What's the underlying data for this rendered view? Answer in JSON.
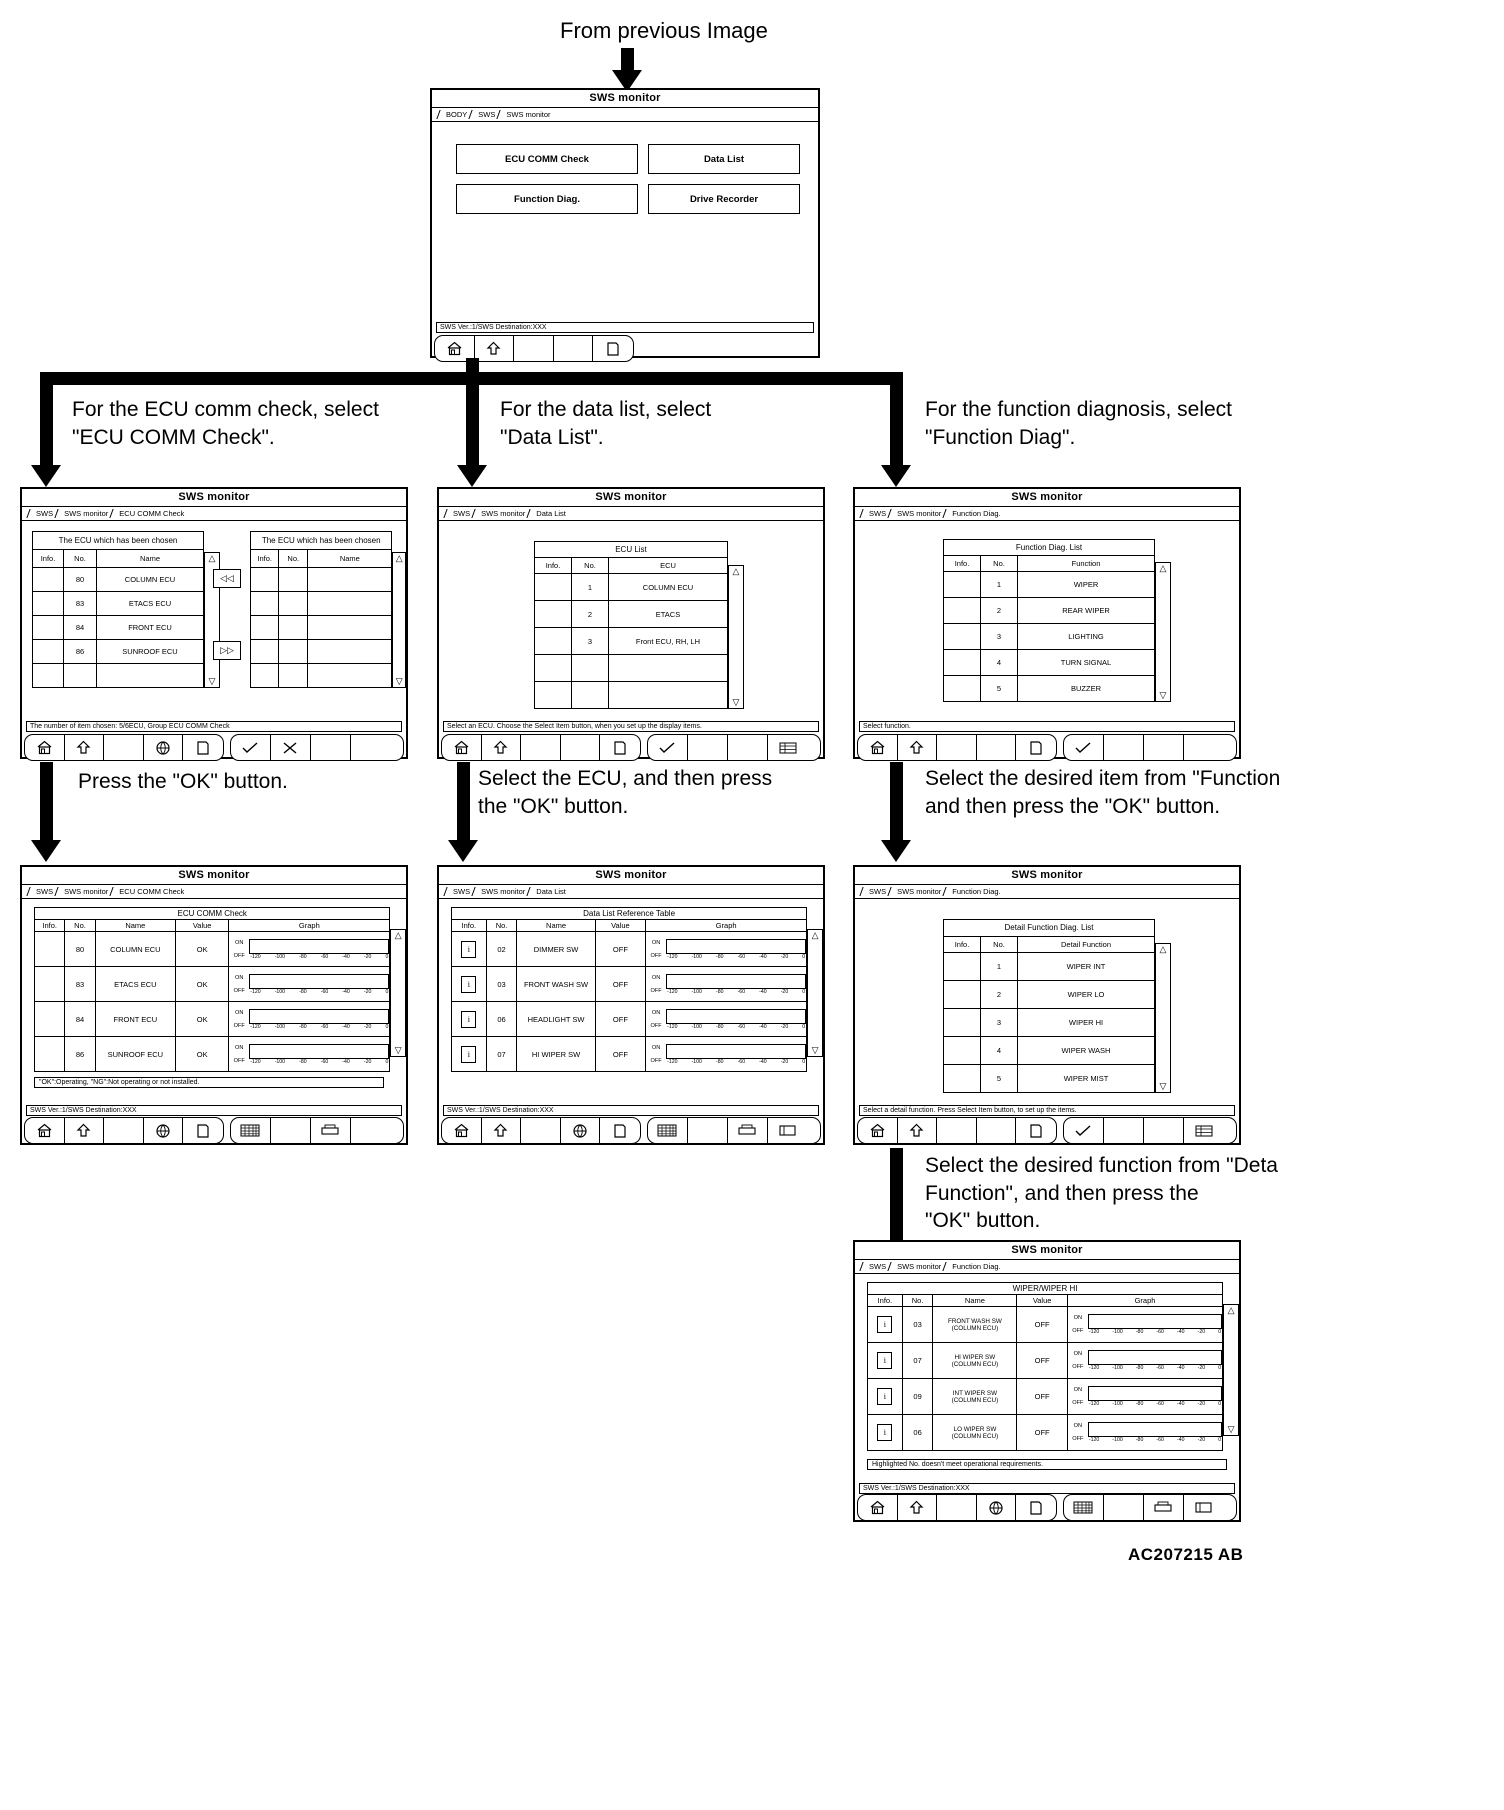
{
  "figure_id": "AC207215 AB",
  "top_label": "From previous Image",
  "window_title": "SWS monitor",
  "flow_labels": {
    "ecu_comm": "For the ECU comm check, select\n\"ECU COMM Check\".",
    "data_list": "For the data list, select\n\"Data List\".",
    "function_diag": "For the function diagnosis, select\n\"Function Diag\".",
    "press_ok": "Press the \"OK\" button.",
    "select_ecu_ok": "Select the ECU, and then press\nthe \"OK\" button.",
    "select_function_ok": "Select the desired item from \"Function\nand then press the \"OK\" button.",
    "select_detail_ok": "Select the desired function from \"Deta\nFunction\", and then press the\n\"OK\" button."
  },
  "menu_screen": {
    "breadcrumb": [
      "BODY",
      "SWS",
      "SWS monitor"
    ],
    "buttons": [
      "ECU COMM Check",
      "Data List",
      "Function Diag.",
      "Drive Recorder"
    ],
    "status": "SWS Ver.:1/SWS Destination:XXX"
  },
  "ecu_comm_select": {
    "breadcrumb": [
      "SWS",
      "SWS monitor",
      "ECU COMM Check"
    ],
    "left_title": "The ECU which has been chosen",
    "right_title": "The ECU which has been chosen",
    "columns": [
      "Info.",
      "No.",
      "Name"
    ],
    "left_rows": [
      {
        "info": "",
        "no": "80",
        "name": "COLUMN ECU"
      },
      {
        "info": "",
        "no": "83",
        "name": "ETACS ECU"
      },
      {
        "info": "",
        "no": "84",
        "name": "FRONT ECU"
      },
      {
        "info": "",
        "no": "86",
        "name": "SUNROOF ECU"
      },
      {
        "info": "",
        "no": "",
        "name": ""
      }
    ],
    "right_rows": [
      {
        "info": "",
        "no": "",
        "name": ""
      },
      {
        "info": "",
        "no": "",
        "name": ""
      },
      {
        "info": "",
        "no": "",
        "name": ""
      },
      {
        "info": "",
        "no": "",
        "name": ""
      },
      {
        "info": "",
        "no": "",
        "name": ""
      }
    ],
    "move_left_icon": "◁◁",
    "move_right_icon": "▷▷",
    "status": "The number of item chosen: 5/6ECU, Group ECU COMM Check"
  },
  "data_list_select": {
    "breadcrumb": [
      "SWS",
      "SWS monitor",
      "Data List"
    ],
    "table_title": "ECU List",
    "columns": [
      "Info.",
      "No.",
      "ECU"
    ],
    "rows": [
      {
        "info": "",
        "no": "1",
        "ecu": "COLUMN ECU"
      },
      {
        "info": "",
        "no": "2",
        "ecu": "ETACS"
      },
      {
        "info": "",
        "no": "3",
        "ecu": "Front ECU, RH, LH"
      },
      {
        "info": "",
        "no": "",
        "ecu": ""
      },
      {
        "info": "",
        "no": "",
        "ecu": ""
      }
    ],
    "status": "Select an ECU. Choose the Select Item button, when you set up the display items."
  },
  "function_diag_select": {
    "breadcrumb": [
      "SWS",
      "SWS monitor",
      "Function Diag."
    ],
    "table_title": "Function Diag. List",
    "columns": [
      "Info.",
      "No.",
      "Function"
    ],
    "rows": [
      {
        "info": "",
        "no": "1",
        "function": "WIPER"
      },
      {
        "info": "",
        "no": "2",
        "function": "REAR WIPER"
      },
      {
        "info": "",
        "no": "3",
        "function": "LIGHTING"
      },
      {
        "info": "",
        "no": "4",
        "function": "TURN SIGNAL"
      },
      {
        "info": "",
        "no": "5",
        "function": "BUZZER"
      }
    ],
    "status": "Select function."
  },
  "ecu_comm_result": {
    "breadcrumb": [
      "SWS",
      "SWS monitor",
      "ECU COMM Check"
    ],
    "table_title": "ECU COMM Check",
    "columns": [
      "Info.",
      "No.",
      "Name",
      "Value",
      "Graph"
    ],
    "rows": [
      {
        "info": "",
        "no": "80",
        "name": "COLUMN ECU",
        "value": "OK"
      },
      {
        "info": "",
        "no": "83",
        "name": "ETACS ECU",
        "value": "OK"
      },
      {
        "info": "",
        "no": "84",
        "name": "FRONT ECU",
        "value": "OK"
      },
      {
        "info": "",
        "no": "86",
        "name": "SUNROOF ECU",
        "value": "OK"
      }
    ],
    "graph_on": "ON",
    "graph_off": "OFF",
    "axis_ticks": [
      "-120",
      "-100",
      "-80",
      "-60",
      "-40",
      "-20",
      "0"
    ],
    "note": "\"OK\":Operating, \"NG\":Not operating or not installed.",
    "status": "SWS Ver.:1/SWS Destination:XXX"
  },
  "data_list_result": {
    "breadcrumb": [
      "SWS",
      "SWS monitor",
      "Data List"
    ],
    "table_title": "Data List Reference Table",
    "columns": [
      "Info.",
      "No.",
      "Name",
      "Value",
      "Graph"
    ],
    "rows": [
      {
        "info": "i",
        "no": "02",
        "name": "DIMMER SW",
        "value": "OFF"
      },
      {
        "info": "i",
        "no": "03",
        "name": "FRONT WASH SW",
        "value": "OFF"
      },
      {
        "info": "i",
        "no": "06",
        "name": "HEADLIGHT SW",
        "value": "OFF"
      },
      {
        "info": "i",
        "no": "07",
        "name": "HI WIPER SW",
        "value": "OFF"
      }
    ],
    "graph_on": "ON",
    "graph_off": "OFF",
    "axis_ticks": [
      "-120",
      "-100",
      "-80",
      "-60",
      "-40",
      "-20",
      "0"
    ],
    "status": "SWS Ver.:1/SWS Destination:XXX"
  },
  "detail_function_list": {
    "breadcrumb": [
      "SWS",
      "SWS monitor",
      "Function Diag."
    ],
    "table_title": "Detail Function Diag. List",
    "columns": [
      "Info.",
      "No.",
      "Detail Function"
    ],
    "rows": [
      {
        "info": "",
        "no": "1",
        "detail": "WIPER INT"
      },
      {
        "info": "",
        "no": "2",
        "detail": "WIPER LO"
      },
      {
        "info": "",
        "no": "3",
        "detail": "WIPER HI"
      },
      {
        "info": "",
        "no": "4",
        "detail": "WIPER WASH"
      },
      {
        "info": "",
        "no": "5",
        "detail": "WIPER MIST"
      }
    ],
    "status": "Select a detail function. Press Select Item button, to set up the items."
  },
  "function_diag_result": {
    "breadcrumb": [
      "SWS",
      "SWS monitor",
      "Function Diag."
    ],
    "table_title": "WIPER/WIPER HI",
    "columns": [
      "Info.",
      "No.",
      "Name",
      "Value",
      "Graph"
    ],
    "rows": [
      {
        "info": "i",
        "no": "03",
        "name": "FRONT WASH SW\n(COLUMN ECU)",
        "value": "OFF"
      },
      {
        "info": "i",
        "no": "07",
        "name": "HI WIPER SW\n(COLUMN ECU)",
        "value": "OFF"
      },
      {
        "info": "i",
        "no": "09",
        "name": "INT WIPER SW\n(COLUMN ECU)",
        "value": "OFF"
      },
      {
        "info": "i",
        "no": "06",
        "name": "LO WIPER SW\n(COLUMN ECU)",
        "value": "OFF"
      }
    ],
    "graph_on": "ON",
    "graph_off": "OFF",
    "axis_ticks": [
      "-120",
      "-100",
      "-80",
      "-60",
      "-40",
      "-20",
      "0"
    ],
    "note": "Highlighted No. doesn't meet operational requirements.",
    "status": "SWS Ver.:1/SWS Destination:XXX"
  },
  "toolbar_icons": {
    "home": "home-icon",
    "back": "back-up-arrow-icon",
    "globe": "globe-icon",
    "page": "page-icon",
    "check": "check-ok-icon",
    "cancel": "cancel-x-icon",
    "keyboard": "keyboard-icon",
    "printer": "printer-icon",
    "list": "list-icon",
    "screen": "screen-icon"
  }
}
